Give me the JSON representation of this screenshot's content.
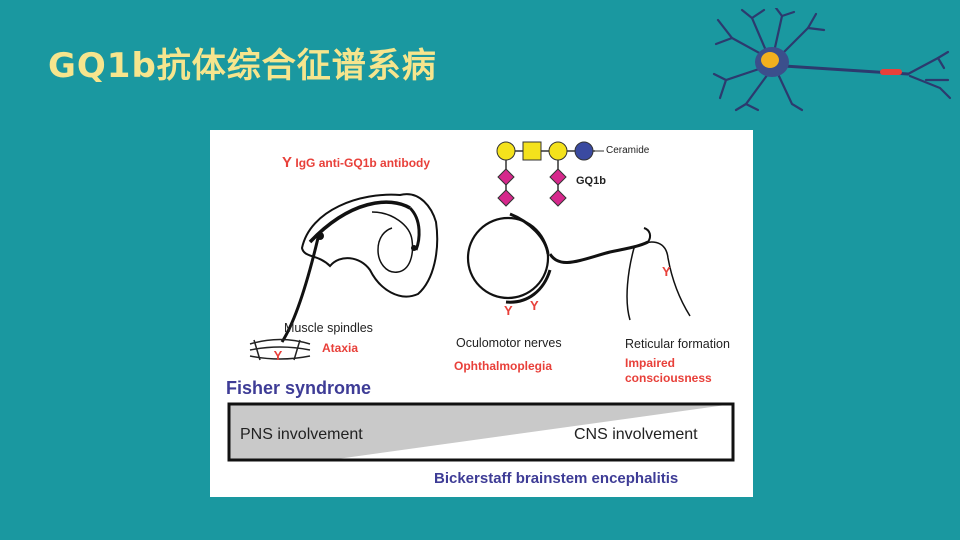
{
  "slide": {
    "title": "GQ1b抗体综合征谱系病",
    "background_color": "#1a98a0",
    "title_color": "#f6e58d",
    "decoration_icon": "neuron-icon"
  },
  "figure": {
    "antibody_symbol": "Y",
    "antibody_label": "IgG anti-GQ1b antibody",
    "ceramide_label": "Ceramide",
    "molecule_label": "GQ1b",
    "sites": [
      {
        "name": "Muscle spindles",
        "symptom": "Ataxia"
      },
      {
        "name": "Oculomotor nerves",
        "symptom": "Ophthalmoplegia"
      },
      {
        "name": "Reticular formation",
        "symptom": "Impaired consciousness"
      }
    ],
    "impaired_line1": "Impaired",
    "impaired_line2": "consciousness",
    "fisher": "Fisher syndrome",
    "pns": "PNS involvement",
    "cns": "CNS involvement",
    "bbe": "Bickerstaff brainstem encephalitis",
    "colors": {
      "red": "#e8403a",
      "blue": "#3e3c96",
      "sugar_yellow": "#f4e21c",
      "sugar_magenta": "#d6288c",
      "sugar_navy": "#3a4aa0"
    }
  }
}
